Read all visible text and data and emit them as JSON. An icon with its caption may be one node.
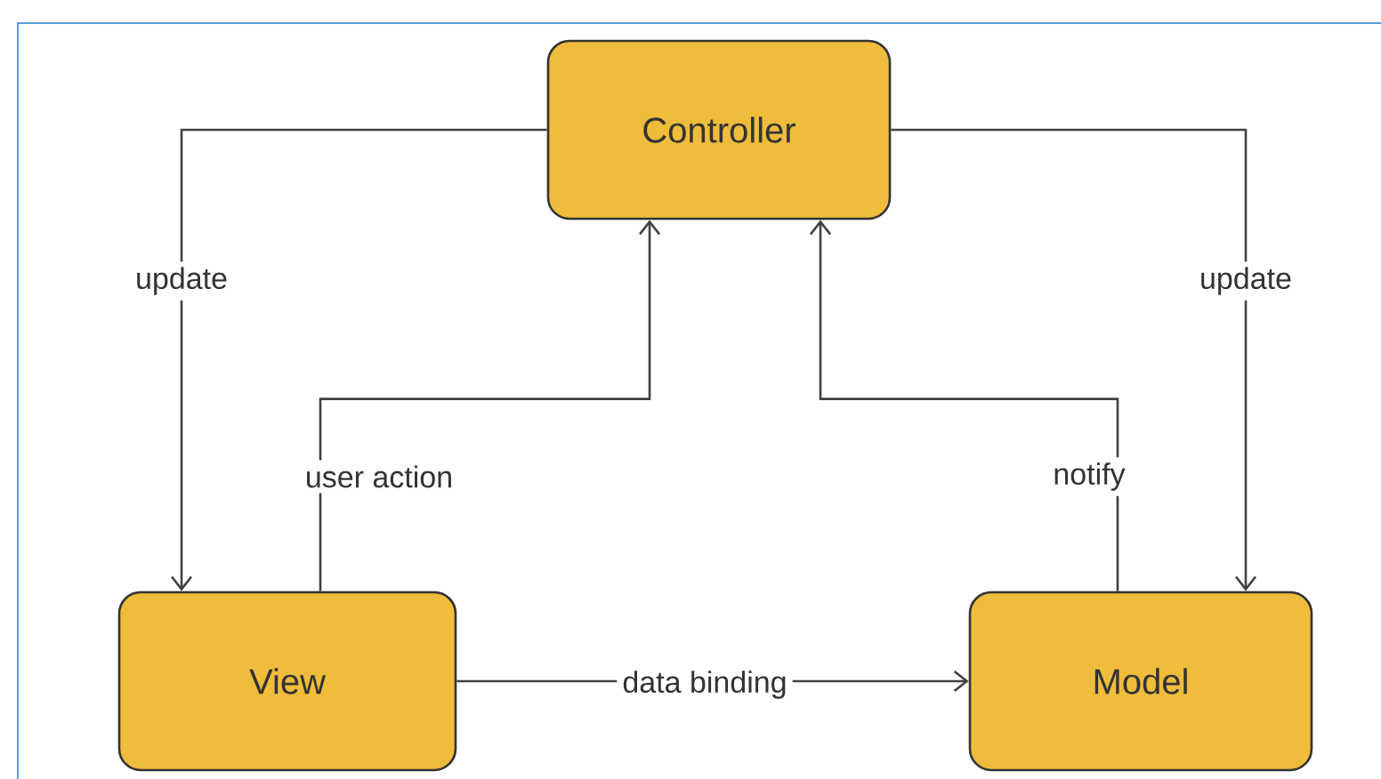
{
  "diagram": {
    "nodes": [
      {
        "text": [
          "Controller"
        ]
      },
      {
        "text": [
          "View"
        ]
      },
      {
        "text": [
          "Model"
        ]
      }
    ],
    "edges": [
      {
        "from": 0,
        "to": 1,
        "arrow": "to",
        "label": "update"
      },
      {
        "from": 0,
        "to": 2,
        "arrow": "to",
        "label": "update"
      },
      {
        "from": 1,
        "to": 0,
        "arrow": "to",
        "label": "user action"
      },
      {
        "from": 2,
        "to": 0,
        "arrow": "to",
        "label": "notify"
      },
      {
        "from": 1,
        "to": 2,
        "arrow": "to",
        "label": "data binding"
      }
    ]
  }
}
